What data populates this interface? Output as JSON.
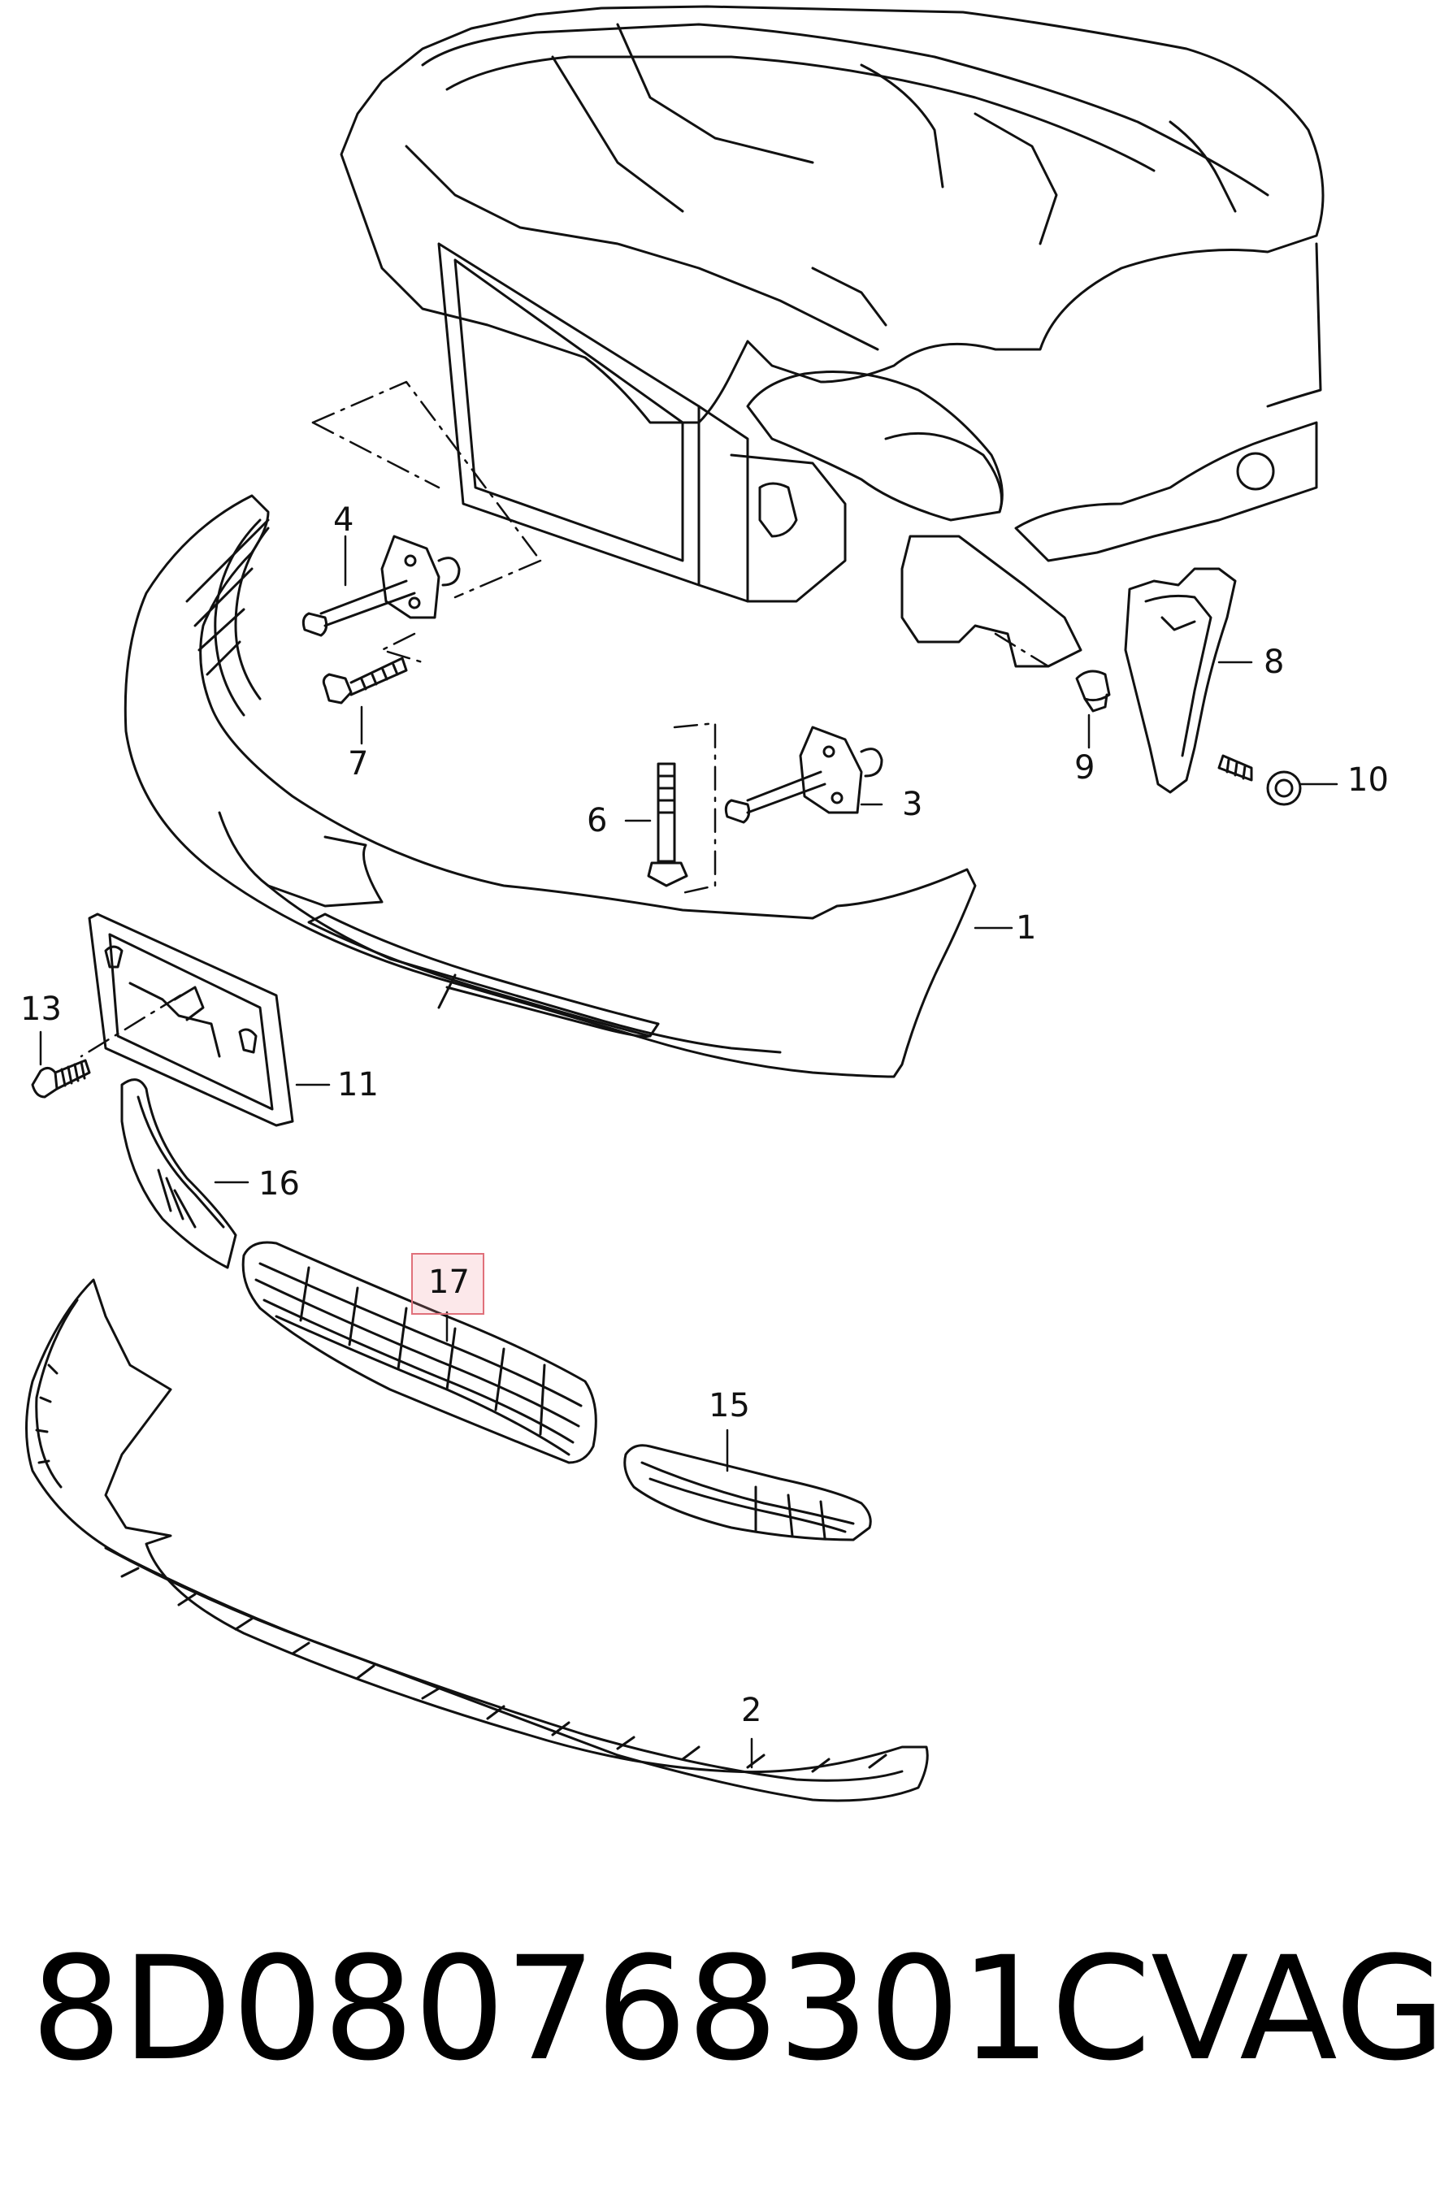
{
  "diagram": {
    "callouts": [
      {
        "id": "1",
        "label": "1"
      },
      {
        "id": "2",
        "label": "2"
      },
      {
        "id": "3",
        "label": "3"
      },
      {
        "id": "4",
        "label": "4"
      },
      {
        "id": "6",
        "label": "6"
      },
      {
        "id": "7",
        "label": "7"
      },
      {
        "id": "8",
        "label": "8"
      },
      {
        "id": "9",
        "label": "9"
      },
      {
        "id": "10",
        "label": "10"
      },
      {
        "id": "11",
        "label": "11"
      },
      {
        "id": "13",
        "label": "13"
      },
      {
        "id": "15",
        "label": "15"
      },
      {
        "id": "16",
        "label": "16"
      },
      {
        "id": "17",
        "label": "17",
        "highlighted": true
      }
    ],
    "highlight_color": "#f0a0a8",
    "line_color": "#111111"
  },
  "caption": {
    "part_number": "8D080768301C",
    "brand": "VAG"
  }
}
